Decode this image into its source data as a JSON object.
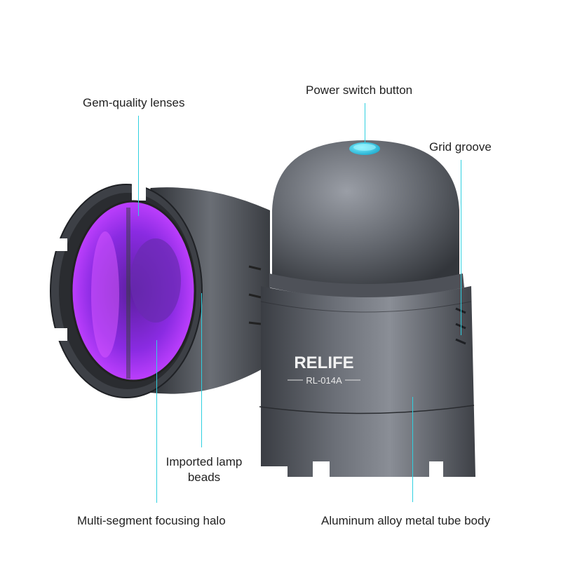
{
  "brand": {
    "logo_text": "RELIFE",
    "model": "RL-014A"
  },
  "callouts": {
    "lenses": "Gem-quality lenses",
    "power": "Power switch button",
    "grid": "Grid groove",
    "beads": "Imported lamp beads",
    "halo": "Multi-segment focusing halo",
    "body": "Aluminum alloy metal tube body"
  },
  "colors": {
    "leader": "#2fd0e0",
    "button": "#1ec8e6",
    "uv_glow": "#b23cff",
    "metal": "#5a5e66"
  }
}
